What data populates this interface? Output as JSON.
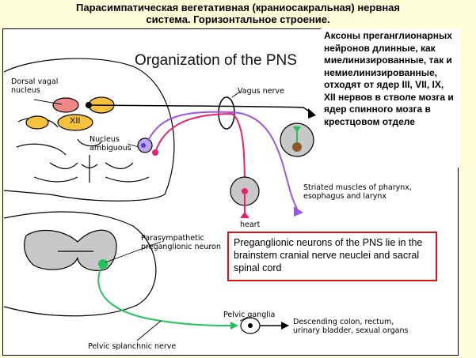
{
  "title": {
    "line1": "Парасимпатическая вегетативная (краниосакральная) нервная",
    "line2": "система. Горизонтальное строение."
  },
  "pns_title": "Organization of the PNS",
  "russian_note": "Аксоны преганглионарных нейронов длинные, как миелинизированные, так и немиелинизированные, отходят от ядер III, VII, IX, XII нервов в стволе мозга и ядер спинного мозга в крестцовом отделе",
  "labels": {
    "dorsal_vagal": "Dorsal vagal nucleus",
    "xii": "XII",
    "vagus_nerve": "Vagus nerve",
    "nucleus_ambiguous": "Nucleus ambiguous",
    "striated_muscles": "Striated muscles of pharynx, esophagus and larynx",
    "heart": "heart",
    "parasympathetic": "Parasympathetic preganglionic neuron",
    "pelvic_ganglia": "Pelvic ganglia",
    "descending_colon": "Descending colon, rectum, urinary bladder, sexual organs",
    "pelvic_splanchnic": "Pelvic splanchnic nerve"
  },
  "box_note": "Preganglionic neurons of the PNS lie in the brainstem cranial nerve neuclei and sacral spinal cord",
  "colors": {
    "background": "#fdfdd8",
    "pink_fiber": "#e8206e",
    "purple_fiber": "#9b55e8",
    "green_fiber": "#22c45a",
    "nucleus_orange": "#f6c23e",
    "nucleus_red": "#f08888",
    "highlight_box": "#e01010",
    "gray_ganglion": "#c8c8c8"
  }
}
